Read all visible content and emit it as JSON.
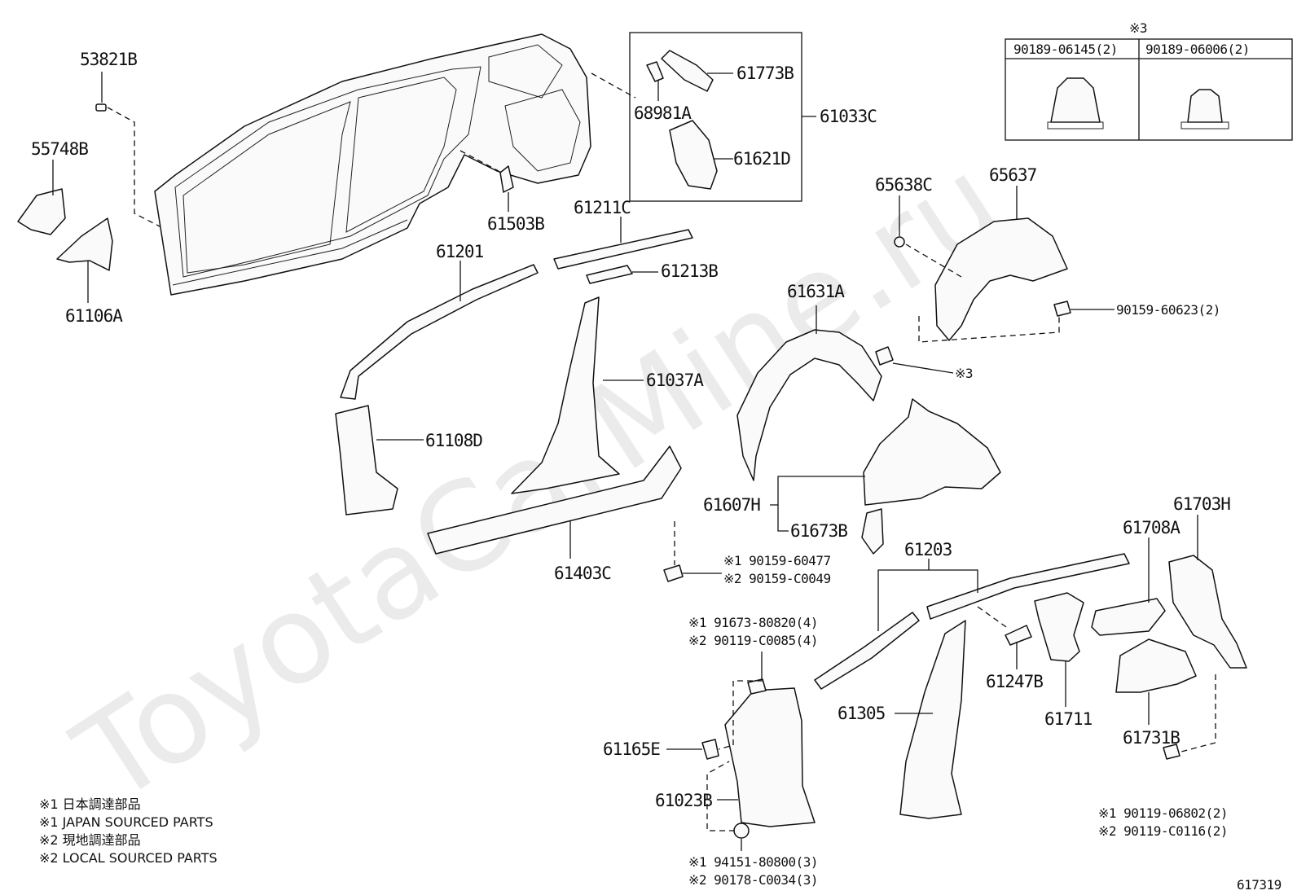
{
  "watermark": "ToyotaCarMine.ru",
  "diagram_id": "617319",
  "callouts": {
    "p53821B": "53821B",
    "p55748B": "55748B",
    "p61106A": "61106A",
    "p61503B": "61503B",
    "p61201": "61201",
    "p61211C": "61211C",
    "p61213B": "61213B",
    "p61773B": "61773B",
    "p68981A": "68981A",
    "p61033C": "61033C",
    "p61621D": "61621D",
    "p65638C": "65638C",
    "p65637": "65637",
    "p90159_60623": "90159-60623(2)",
    "mark3": "※3",
    "p61631A": "61631A",
    "p61037A": "61037A",
    "p61108D": "61108D",
    "p61607H": "61607H",
    "p61673B": "61673B",
    "p61403C": "61403C",
    "b1_90159_60477": "※1 90159-60477",
    "b2_90159_C0049": "※2 90159-C0049",
    "p61203": "61203",
    "p61703H": "61703H",
    "p61708A": "61708A",
    "b1_91673_80820": "※1 91673-80820(4)",
    "b2_90119_C0085": "※2 90119-C0085(4)",
    "p61247B": "61247B",
    "p61711": "61711",
    "p61305": "61305",
    "p61731B": "61731B",
    "p61165E": "61165E",
    "p61023B": "61023B",
    "b1_90119_06802": "※1 90119-06802(2)",
    "b2_90119_C0116": "※2 90119-C0116(2)",
    "b1_94151_80800": "※1 94151-80800(3)",
    "b2_90178_C0034": "※2 90178-C0034(3)"
  },
  "clip_table": {
    "mark": "※3",
    "col1": "90189-06145(2)",
    "col2": "90189-06006(2)"
  },
  "legend": [
    "※1 日本調達部品",
    "※1 JAPAN SOURCED PARTS",
    "※2 現地調達部品",
    "※2 LOCAL SOURCED PARTS"
  ]
}
